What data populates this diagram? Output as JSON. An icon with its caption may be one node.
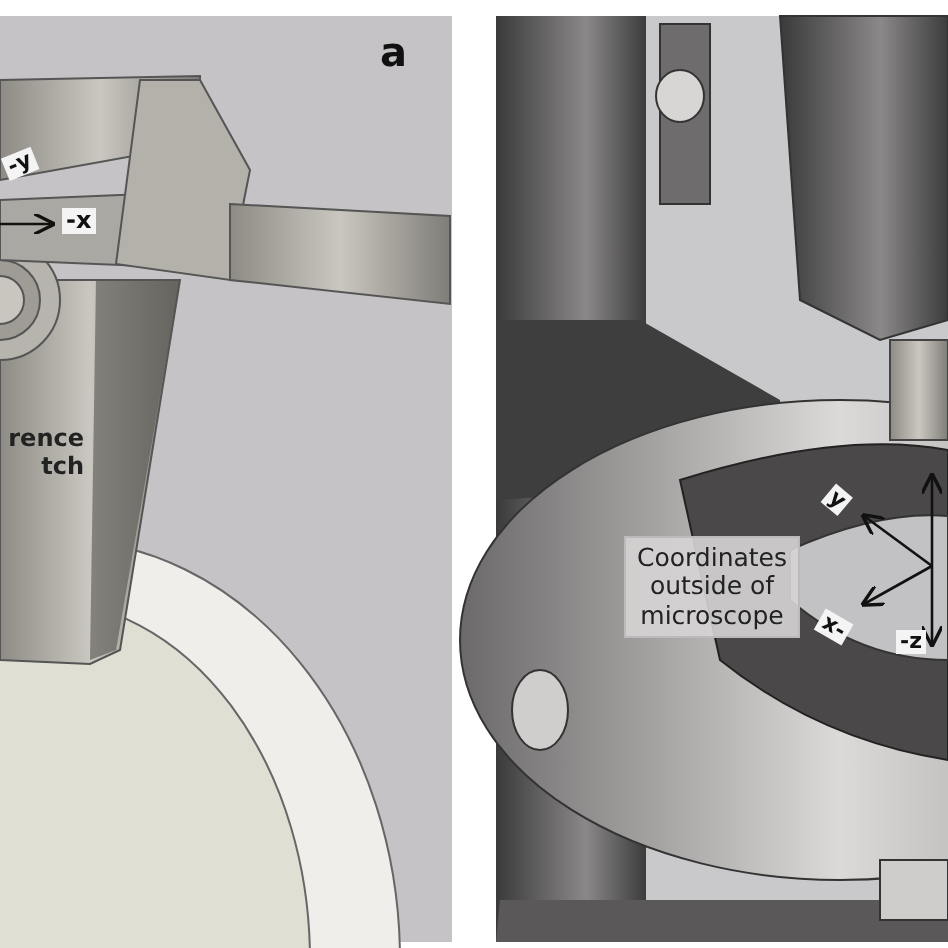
{
  "diagram": {
    "nodes": [
      {
        "text": [
          "Coordinates outside of microscope"
        ]
      }
    ],
    "labels": [
      "a",
      "-y",
      "-x",
      "rence tch",
      "y",
      "-x",
      "-z"
    ]
  }
}
